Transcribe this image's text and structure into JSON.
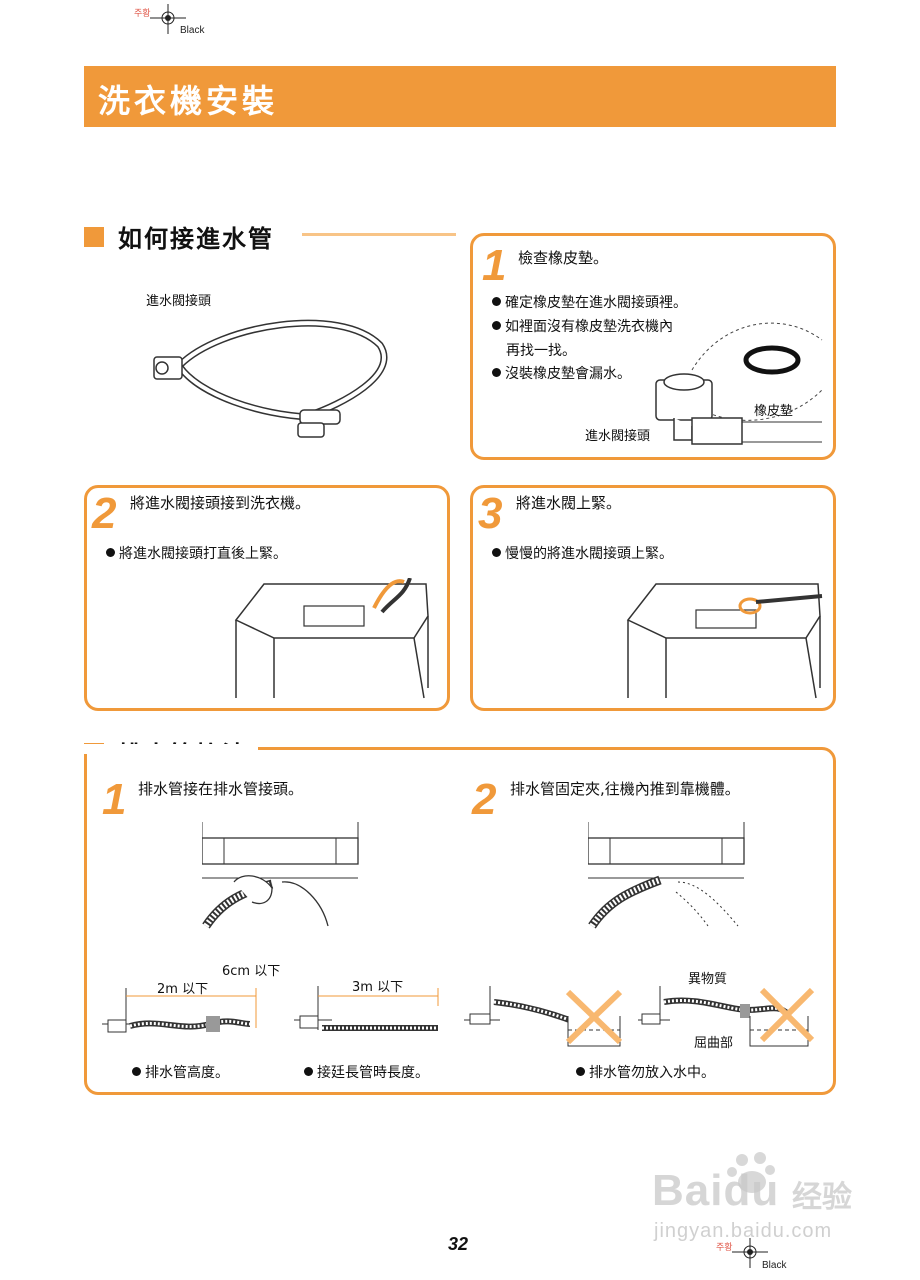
{
  "registration": {
    "top_label": "주황",
    "top_color": "Black",
    "bottom_label": "주황",
    "bottom_color": "Black"
  },
  "header": {
    "title": "洗衣機安裝"
  },
  "intake": {
    "heading": "如何接進水管",
    "hose_label": "進水閥接頭",
    "step1": {
      "number": "1",
      "title": "檢查橡皮墊。",
      "bullets": [
        "確定橡皮墊在進水閥接頭裡。",
        "如裡面沒有橡皮墊洗衣機內",
        "再找一找。",
        "沒裝橡皮墊會漏水。"
      ],
      "label_gasket": "橡皮墊",
      "label_joint": "進水閥接頭"
    },
    "step2": {
      "number": "2",
      "title": "將進水閥接頭接到洗衣機。",
      "bullet": "將進水閥接頭打直後上緊。"
    },
    "step3": {
      "number": "3",
      "title": "將進水閥上緊。",
      "bullet": "慢慢的將進水閥接頭上緊。"
    }
  },
  "drain": {
    "heading": "排水管接法",
    "step1": {
      "number": "1",
      "title": "排水管接在排水管接頭。"
    },
    "step2": {
      "number": "2",
      "title": "排水管固定夾,往機內推到靠機體。"
    },
    "height_note": "6cm 以下",
    "length_2m": "2m 以下",
    "length_3m": "3m 以下",
    "foreign": "異物質",
    "bend": "屈曲部",
    "bullet_height": "排水管高度。",
    "bullet_extend": "接廷長管時長度。",
    "bullet_water": "排水管勿放入水中。"
  },
  "page_number": "32",
  "watermark": {
    "brand": "Bai",
    "brand2": "du",
    "cn": "经验",
    "url": "jingyan.baidu.com"
  },
  "colors": {
    "accent": "#f0993a",
    "accent_light": "#f8c487"
  }
}
